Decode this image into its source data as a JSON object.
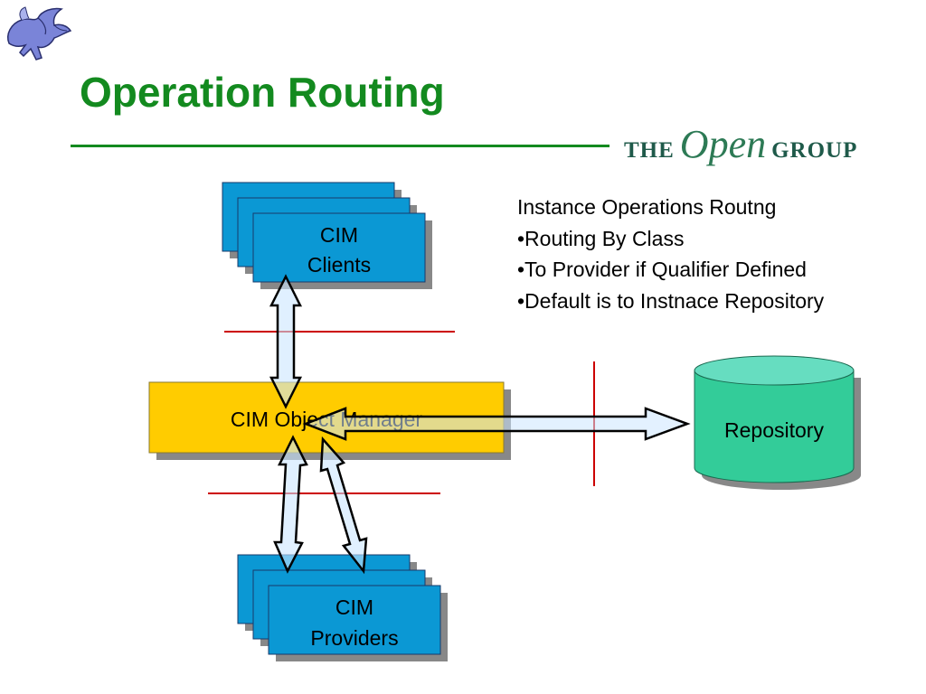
{
  "slide": {
    "title": "Operation Routing",
    "logo": {
      "the": "THE",
      "open": "Open",
      "group": "GROUP"
    },
    "notes": [
      "Instance Operations Routng",
      "•Routing By Class",
      "•To Provider if Qualifier Defined",
      "•Default is to Instnace Repository"
    ]
  },
  "diagram": {
    "nodes": {
      "clients": {
        "line1": "CIM",
        "line2": "Clients"
      },
      "object_manager": {
        "label": "CIM Object Manager"
      },
      "repository": {
        "label": "Repository"
      },
      "providers": {
        "line1": "CIM",
        "line2": "Providers"
      }
    },
    "colors": {
      "title": "#138a1f",
      "box_blue": "#0b98d4",
      "box_yellow": "#ffcc00",
      "cylinder": "#33cc99",
      "cylinder_top": "#66ddc0",
      "arrow_fill": "#cce6ff",
      "divider": "#cc0000"
    }
  }
}
